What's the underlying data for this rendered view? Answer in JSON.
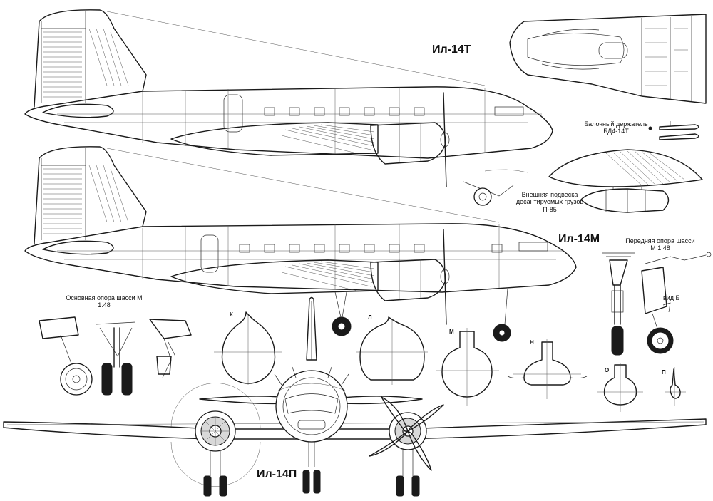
{
  "labels": {
    "il14t": "Ил-14Т",
    "il14m": "Ил-14М",
    "il14p": "Ил-14П",
    "beam_holder": "Балочный держатель БД4-14Т",
    "ext_sling": "Внешняя подвеска десантируемых грузов П-85",
    "front_gear": "Передняя опора шасси М 1:48",
    "main_gear": "Основная опора шасси М 1:48",
    "view_b": "вид Б"
  },
  "sections": [
    "К",
    "Л",
    "М",
    "Н",
    "О",
    "П"
  ]
}
